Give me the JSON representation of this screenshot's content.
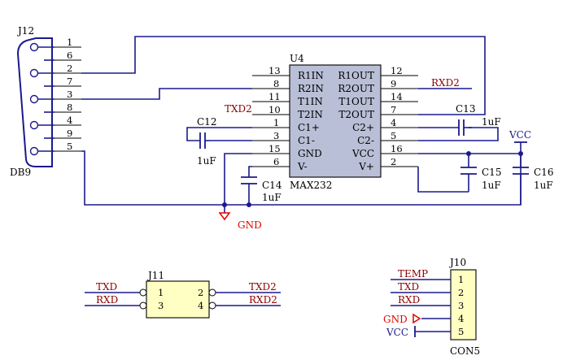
{
  "colors": {
    "wire": "#1a1a8c",
    "net_label": "#8b0000",
    "gnd": "#e00000",
    "vcc": "#1a1a8c",
    "ic_fill": "#b9bfd6",
    "ic_border": "#8b1a1a",
    "header_fill": "#ffffc4"
  },
  "j12": {
    "ref": "J12",
    "name": "DB9",
    "pins": [
      "1",
      "6",
      "2",
      "7",
      "3",
      "8",
      "4",
      "9",
      "5"
    ]
  },
  "u4": {
    "ref": "U4",
    "name": "MAX232",
    "left_pins": [
      {
        "num": "13",
        "name": "R1IN"
      },
      {
        "num": "8",
        "name": "R2IN"
      },
      {
        "num": "11",
        "name": "T1IN"
      },
      {
        "num": "10",
        "name": "T2IN"
      },
      {
        "num": "1",
        "name": "C1+"
      },
      {
        "num": "3",
        "name": "C1-"
      },
      {
        "num": "15",
        "name": "GND"
      },
      {
        "num": "6",
        "name": "V-"
      }
    ],
    "right_pins": [
      {
        "num": "12",
        "name": "R1OUT"
      },
      {
        "num": "9",
        "name": "R2OUT"
      },
      {
        "num": "14",
        "name": "T1OUT"
      },
      {
        "num": "7",
        "name": "T2OUT"
      },
      {
        "num": "4",
        "name": "C2+"
      },
      {
        "num": "5",
        "name": "C2-"
      },
      {
        "num": "16",
        "name": "VCC"
      },
      {
        "num": "2",
        "name": "V+"
      }
    ]
  },
  "caps": {
    "c12": {
      "ref": "C12",
      "value": "1uF"
    },
    "c13": {
      "ref": "C13",
      "value": "1uF"
    },
    "c14": {
      "ref": "C14",
      "value": "1uF"
    },
    "c15": {
      "ref": "C15",
      "value": "1uF"
    },
    "c16": {
      "ref": "C16",
      "value": "1uF"
    }
  },
  "nets": {
    "txd2_u4": "TXD2",
    "rxd2_u4": "RXD2",
    "vcc": "VCC",
    "gnd": "GND"
  },
  "j11": {
    "ref": "J11",
    "pins_left": [
      "1",
      "3"
    ],
    "pins_right": [
      "2",
      "4"
    ],
    "left_nets": [
      "TXD",
      "RXD"
    ],
    "right_nets": [
      "TXD2",
      "RXD2"
    ]
  },
  "j10": {
    "ref": "J10",
    "name": "CON5",
    "pins": [
      "1",
      "2",
      "3",
      "4",
      "5"
    ],
    "nets": [
      "TEMP",
      "TXD",
      "RXD",
      "GND",
      "VCC"
    ]
  }
}
